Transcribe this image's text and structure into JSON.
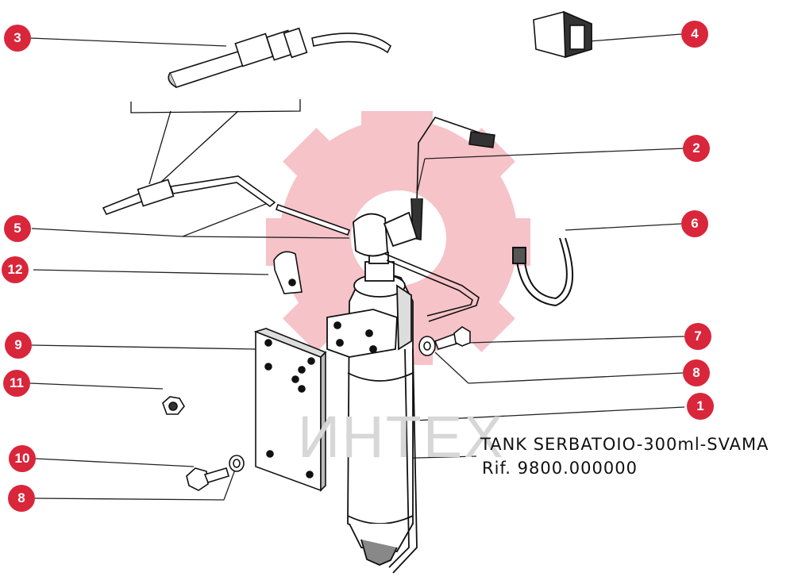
{
  "callouts": [
    "1",
    "2",
    "3",
    "4",
    "5",
    "6",
    "7",
    "8",
    "9",
    "10",
    "11",
    "12"
  ],
  "caption": {
    "line1": "TANK SERBATOIO-300ml-SVAMA",
    "line2": "Rif. 9800.000000"
  },
  "watermark": {
    "text": "ИНТЕХ",
    "color": "#f4b9bf"
  },
  "colors": {
    "badge": "#d9263b",
    "ink": "#111111"
  }
}
